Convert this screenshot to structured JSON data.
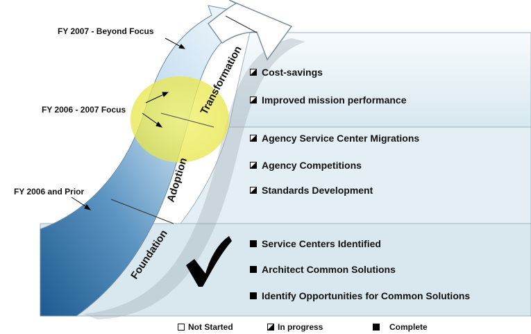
{
  "focus_labels": {
    "fy2007": "FY 2007 - Beyond Focus",
    "fy2006_2007": "FY 2006 - 2007 Focus",
    "fy2006_prior": "FY 2006 and Prior"
  },
  "stages": {
    "foundation": "Foundation",
    "adoption": "Adoption",
    "transformation": "Transformation"
  },
  "transformation_items": [
    {
      "label": "Cost-savings",
      "status": "in-progress"
    },
    {
      "label": "Improved mission performance",
      "status": "in-progress"
    }
  ],
  "adoption_items": [
    {
      "label": "Agency Service Center Migrations",
      "status": "in-progress"
    },
    {
      "label": "Agency Competitions",
      "status": "in-progress"
    },
    {
      "label": "Standards Development",
      "status": "in-progress"
    }
  ],
  "foundation_items": [
    {
      "label": "Service Centers Identified",
      "status": "complete"
    },
    {
      "label": "Architect Common Solutions",
      "status": "complete"
    },
    {
      "label": "Identify Opportunities for Common Solutions",
      "status": "complete"
    }
  ],
  "legend": {
    "not_started": "Not Started",
    "in_progress": "In progress",
    "complete": "Complete"
  },
  "colors": {
    "band_dark": "#1f5a8f",
    "band_light": "#e8f2f8",
    "panel": "#eaf4f8",
    "highlight": "#f0f060"
  }
}
